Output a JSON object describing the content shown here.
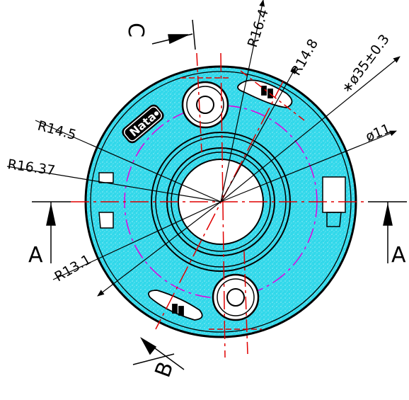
{
  "drawing": {
    "dimensions": {
      "r16_4": "R16.4",
      "r14_8": "R14.8",
      "dia35": "∗ø35±0.3",
      "dia11": "ø11",
      "r14_5": "R14.5",
      "r16_37": "R16.37",
      "r13_1": "R13.1"
    },
    "sections": {
      "a_left": "A",
      "a_right": "A",
      "b": "B",
      "c": "C"
    },
    "logo_text": "Nata",
    "colors": {
      "fill": "#2fd7e8",
      "centerline": "#e00000",
      "dashed_circle": "#e000e0",
      "outline": "#000000"
    }
  }
}
